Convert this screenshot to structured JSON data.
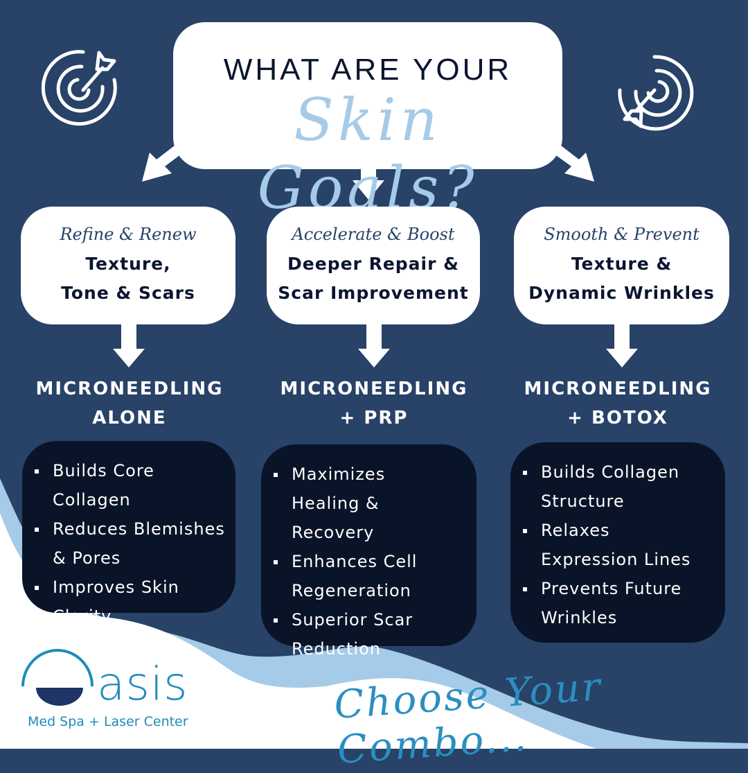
{
  "colors": {
    "background": "#284268",
    "dark_box": "#0a1428",
    "light_blue": "#a5cbe8",
    "teal": "#1e8cba",
    "white": "#ffffff"
  },
  "header": {
    "line1": "WHAT ARE YOUR",
    "line2": "Skin Goals?"
  },
  "icons": [
    "target-arrow-icon",
    "target-arrow-icon"
  ],
  "columns": [
    {
      "tagline": "Refine & Renew",
      "goal": "Texture, Tone & Scars",
      "treatment_line1": "MICRONEEDLING",
      "treatment_line2": "ALONE",
      "benefits": [
        "Builds Core Collagen",
        "Reduces Blemishes & Pores",
        "Improves Skin Clarity"
      ]
    },
    {
      "tagline": "Accelerate & Boost",
      "goal": "Deeper Repair & Scar Improvement",
      "treatment_line1": "MICRONEEDLING",
      "treatment_line2": "+ PRP",
      "benefits": [
        "Maximizes Healing & Recovery",
        "Enhances Cell Regeneration",
        "Superior Scar Reduction"
      ]
    },
    {
      "tagline": "Smooth & Prevent",
      "goal": "Texture & Dynamic Wrinkles",
      "treatment_line1": "MICRONEEDLING",
      "treatment_line2": "+ BOTOX",
      "benefits": [
        "Builds Collagen Structure",
        "Relaxes Expression Lines",
        "Prevents Future Wrinkles"
      ]
    }
  ],
  "logo": {
    "name": "Oasis",
    "name_rest": "asis",
    "subtitle": "Med Spa + Laser Center"
  },
  "footer": {
    "tagline": "Choose Your Combo..."
  }
}
